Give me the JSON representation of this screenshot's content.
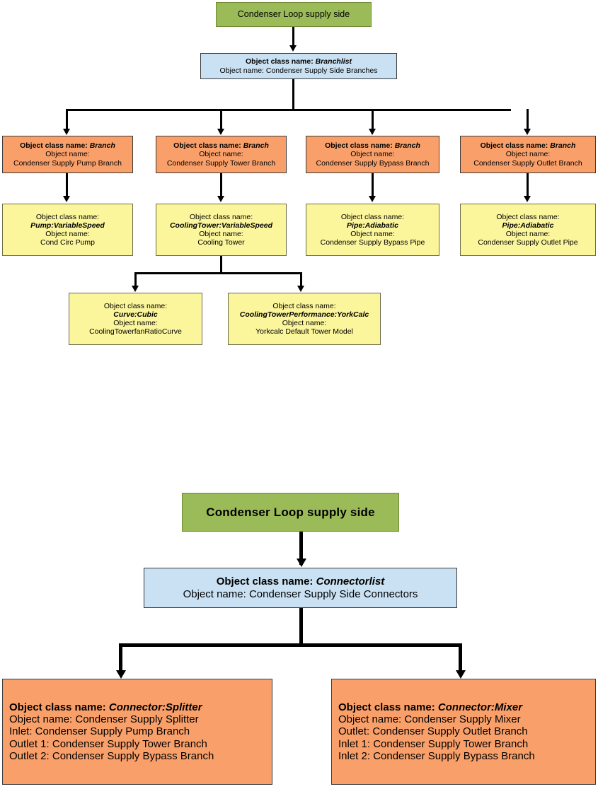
{
  "diagrams": [
    {
      "id": "branch-diagram",
      "root": {
        "label": "Condenser Loop supply side"
      },
      "list": {
        "class_label": "Object class name:",
        "class_value": "Branchlist",
        "name_label": "Object name:",
        "name_value": "Condenser Supply Side Branches"
      },
      "branches": [
        {
          "class_label": "Object class name:",
          "class_value": "Branch",
          "name_label": "Object name:",
          "name_value": "Condenser Supply Pump Branch"
        },
        {
          "class_label": "Object class name:",
          "class_value": "Branch",
          "name_label": "Object name:",
          "name_value": "Condenser Supply Tower Branch"
        },
        {
          "class_label": "Object class name:",
          "class_value": "Branch",
          "name_label": "Object name:",
          "name_value": "Condenser Supply Bypass Branch"
        },
        {
          "class_label": "Object class name:",
          "class_value": "Branch",
          "name_label": "Object name:",
          "name_value": "Condenser Supply Outlet Branch"
        }
      ],
      "components": [
        {
          "class_label": "Object class name:",
          "class_value": "Pump:VariableSpeed",
          "name_label": "Object name:",
          "name_value": "Cond Circ Pump"
        },
        {
          "class_label": "Object class name:",
          "class_value": "CoolingTower:VariableSpeed",
          "name_label": "Object name:",
          "name_value": "Cooling Tower"
        },
        {
          "class_label": "Object class name:",
          "class_value": "Pipe:Adiabatic",
          "name_label": "Object name:",
          "name_value": "Condenser Supply Bypass Pipe"
        },
        {
          "class_label": "Object class name:",
          "class_value": "Pipe:Adiabatic",
          "name_label": "Object name:",
          "name_value": "Condenser Supply Outlet Pipe"
        }
      ],
      "subcomponents": [
        {
          "class_label": "Object class name:",
          "class_value": "Curve:Cubic",
          "name_label": "Object name:",
          "name_value": "CoolingTowerfanRatioCurve"
        },
        {
          "class_label": "Object class name:",
          "class_value": "CoolingTowerPerformance:YorkCalc",
          "name_label": "Object name:",
          "name_value": "Yorkcalc Default Tower Model"
        }
      ]
    },
    {
      "id": "connector-diagram",
      "root": {
        "label": "Condenser Loop supply side"
      },
      "list": {
        "class_label": "Object class name:",
        "class_value": "Connectorlist",
        "name_label": "Object name:",
        "name_value": "Condenser Supply Side Connectors"
      },
      "connectors": [
        {
          "class_label": "Object class name:",
          "class_value": "Connector:Splitter",
          "lines": [
            "Object name: Condenser Supply Splitter",
            "Inlet: Condenser Supply Pump Branch",
            "Outlet 1: Condenser Supply Tower Branch",
            "Outlet 2: Condenser Supply Bypass Branch"
          ]
        },
        {
          "class_label": "Object class name:",
          "class_value": "Connector:Mixer",
          "lines": [
            "Object name: Condenser Supply Mixer",
            "Outlet: Condenser Supply Outlet Branch",
            "Inlet 1: Condenser Supply Tower Branch",
            "Inlet 2: Condenser Supply Bypass Branch"
          ]
        }
      ]
    }
  ],
  "colors": {
    "root_green": "#9BBB59",
    "list_blue": "#C9E1F2",
    "branch_orange": "#F9A06A",
    "component_yellow": "#FBF59B",
    "connector_line": "#000000"
  }
}
